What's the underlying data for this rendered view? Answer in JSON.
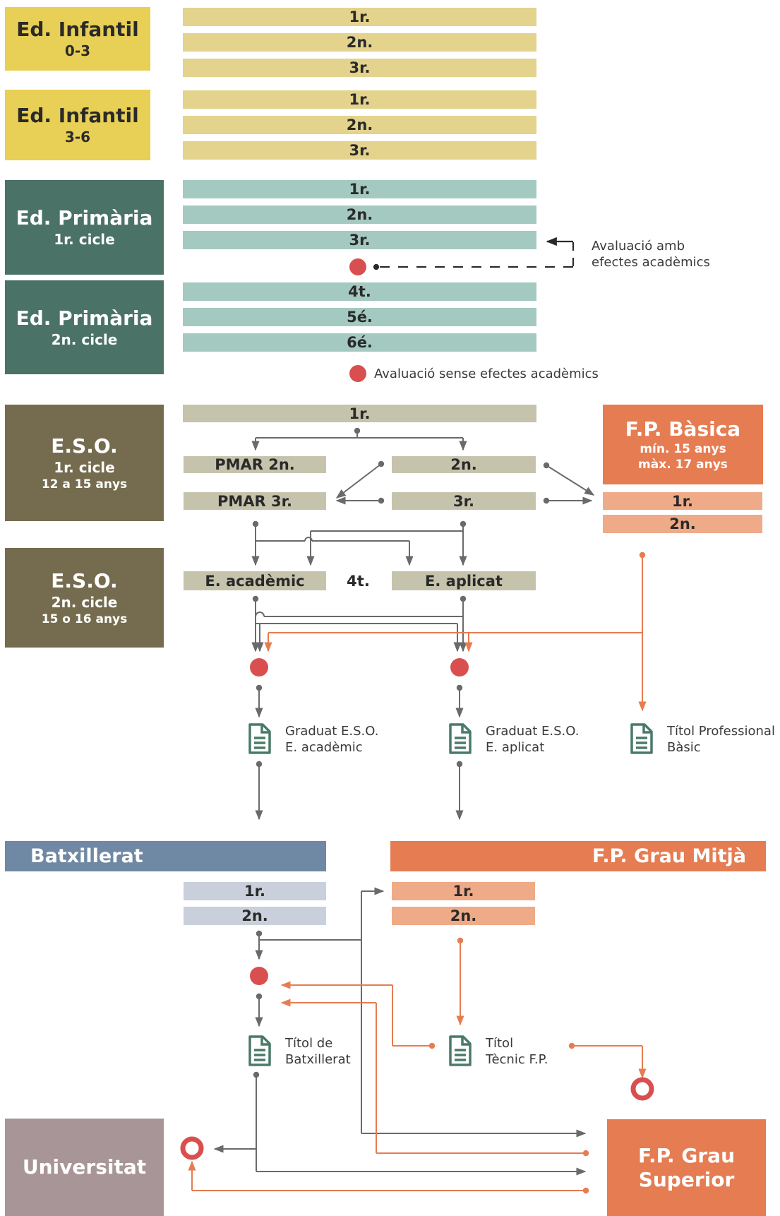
{
  "infantil_1": {
    "title": "Ed. Infantil",
    "sub": "0-3"
  },
  "infantil_2": {
    "title": "Ed. Infantil",
    "sub": "3-6"
  },
  "primaria_1": {
    "title": "Ed. Primària",
    "sub": "1r. cicle"
  },
  "primaria_2": {
    "title": "Ed. Primària",
    "sub": "2n. cicle"
  },
  "eso_1": {
    "title": "E.S.O.",
    "sub": "1r. cicle",
    "age": "12 a 15 anys"
  },
  "eso_2": {
    "title": "E.S.O.",
    "sub": "2n. cicle",
    "age": "15 o 16 anys"
  },
  "courses_inf1": [
    "1r.",
    "2n.",
    "3r."
  ],
  "courses_inf2": [
    "1r.",
    "2n.",
    "3r."
  ],
  "courses_prim": [
    "1r.",
    "2n.",
    "3r.",
    "4t.",
    "5é.",
    "6é."
  ],
  "eso_courses": {
    "first": "1r.",
    "pmar2": "PMAR 2n.",
    "second": "2n.",
    "pmar3": "PMAR 3r.",
    "third": "3r.",
    "academic": "E. acadèmic",
    "fourth": "4t.",
    "applied": "E. aplicat"
  },
  "fp_basica": {
    "title": "F.P. Bàsica",
    "min": "mín. 15 anys",
    "max": "màx. 17 anys",
    "courses": [
      "1r.",
      "2n."
    ]
  },
  "notes": {
    "eval_with_1": "Avaluació amb",
    "eval_with_2": "efectes acadèmics",
    "eval_without": "Avaluació sense efectes acadèmics"
  },
  "certificates": {
    "grad_academic_1": "Graduat E.S.O.",
    "grad_academic_2": "E. acadèmic",
    "grad_applied_1": "Graduat E.S.O.",
    "grad_applied_2": "E. aplicat",
    "fpb_title_1": "Títol Professional",
    "fpb_title_2": "Bàsic",
    "batx_title_1": "Títol de",
    "batx_title_2": "Batxillerat",
    "tecnic_title_1": "Títol",
    "tecnic_title_2": "Tècnic F.P."
  },
  "batxillerat": {
    "title": "Batxillerat",
    "courses": [
      "1r.",
      "2n."
    ]
  },
  "fp_mitja": {
    "title": "F.P. Grau Mitjà",
    "courses": [
      "1r.",
      "2n."
    ]
  },
  "universitat": {
    "title": "Universitat"
  },
  "fp_superior": {
    "title_1": "F.P. Grau",
    "title_2": "Superior"
  },
  "colors": {
    "infantil": "#e8cf55",
    "infantil_bar": "#e3d38c",
    "primaria": "#4a7266",
    "primaria_bar": "#a4c9c0",
    "eso": "#756c4f",
    "eso_bar": "#c6c3ad",
    "fp": "#e67c52",
    "fp_bar": "#efaa88",
    "batx": "#6f88a3",
    "batx_bar": "#c9d0dc",
    "universitat": "#a89597",
    "eval_dot": "#d94f4f",
    "doc_icon": "#4a7a68",
    "arrow_gray": "#6a6a6a",
    "arrow_orange": "#e67c52"
  }
}
